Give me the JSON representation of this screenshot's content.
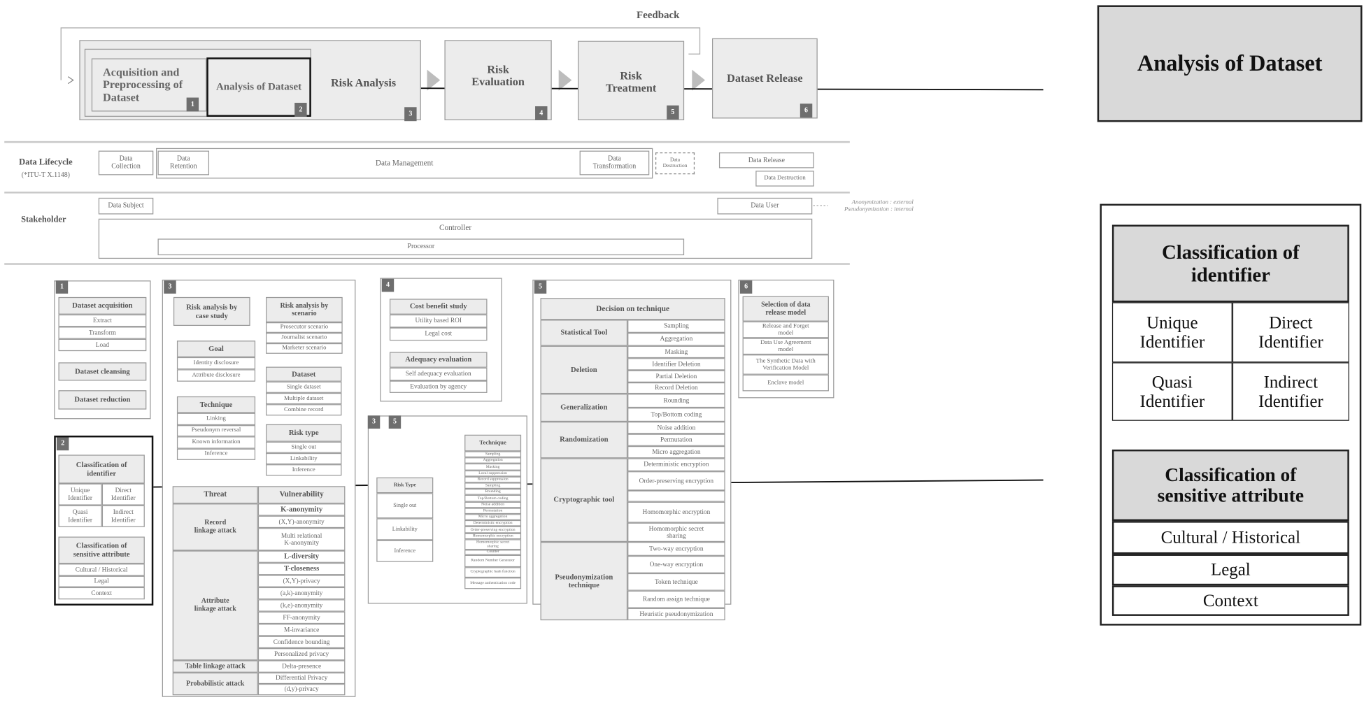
{
  "process": {
    "feedback": "Feedback",
    "steps": [
      {
        "label": "Acquisition and\nPreprocessing of\nDataset",
        "num": "1"
      },
      {
        "label": "Analysis of Dataset",
        "num": "2"
      },
      {
        "label": "Risk Analysis",
        "num": "3"
      },
      {
        "label": "Risk\nEvaluation",
        "num": "4"
      },
      {
        "label": "Risk\nTreatment",
        "num": "5"
      },
      {
        "label": "Dataset Release",
        "num": "6"
      }
    ]
  },
  "lifecycle": {
    "title": "Data Lifecycle",
    "subtitle": "(*ITU-T X.1148)",
    "items": [
      "Data\nCollection",
      "Data\nRetention",
      "Data Management",
      "Data\nTransformation",
      "Data\nDestruction",
      "Data Release",
      "Data Destruction"
    ]
  },
  "stakeholder": {
    "title": "Stakeholder",
    "items": [
      "Data Subject",
      "Data User",
      "Controller",
      "Processor"
    ],
    "note": "Anonymization : external\nPseudonymization : internal"
  },
  "box1": {
    "num": "1",
    "acq_header": "Dataset acquisition",
    "acq_items": [
      "Extract",
      "Transform",
      "Load"
    ],
    "cleansing": "Dataset cleansing",
    "reduction": "Dataset reduction"
  },
  "box2": {
    "num": "2",
    "id_header": "Classification of\nidentifier",
    "id_items": [
      "Unique\nIdentifier",
      "Direct\nIdentifier",
      "Quasi\nIdentifier",
      "Indirect\nIdentifier"
    ],
    "sens_header": "Classification of\nsensitive attribute",
    "sens_items": [
      "Cultural / Historical",
      "Legal",
      "Context"
    ]
  },
  "box3": {
    "num": "3",
    "case_study": "Risk analysis by\ncase study",
    "scenario_header": "Risk analysis by\nscenario",
    "scenario_items": [
      "Prosecutor scenario",
      "Journalist scenario",
      "Marketer scenario"
    ],
    "goal_header": "Goal",
    "goal_items": [
      "Identity disclosure",
      "Attribute disclosure"
    ],
    "technique_header": "Technique",
    "technique_items": [
      "Linking",
      "Pseudonym reversal",
      "Known information",
      "Inference"
    ],
    "dataset_header": "Dataset",
    "dataset_items": [
      "Single dataset",
      "Multiple dataset",
      "Combine record"
    ],
    "risk_header": "Risk type",
    "risk_items": [
      "Single out",
      "Linkability",
      "Inference"
    ],
    "threat_header": "Threat",
    "vuln_header": "Vulnerability",
    "threats": [
      {
        "name": "Record\nlinkage attack",
        "items": [
          "K-anonymity",
          "(X,Y)-anonymity",
          "Multi relational\nK-anonymity"
        ]
      },
      {
        "name": "Attribute\nlinkage attack",
        "items": [
          "L-diversity",
          "T-closeness",
          "(X,Y)-privacy",
          "(a,k)-anonymity",
          "(k,e)-anonymity",
          "FF-anonymity",
          "M-invariance",
          "Confidence bounding",
          "Personalized privacy"
        ]
      },
      {
        "name": "Table linkage attack",
        "items": [
          "Delta-presence"
        ]
      },
      {
        "name": "Probabilistic attack",
        "items": [
          "Differential Privacy",
          "(d,y)-privacy"
        ]
      }
    ]
  },
  "box4": {
    "num": "4",
    "cost_header": "Cost benefit study",
    "cost_items": [
      "Utility based ROI",
      "Legal cost"
    ],
    "adequacy_header": "Adequacy evaluation",
    "adequacy_items": [
      "Self adequacy evaluation",
      "Evaluation by agency"
    ]
  },
  "box35": {
    "num_a": "3",
    "num_b": "5",
    "risk_header": "Risk Type",
    "risk_items": [
      "Single out",
      "Linkability",
      "Inference"
    ],
    "technique_header": "Technique",
    "technique_items": [
      "Sampling",
      "Aggregation",
      "Masking",
      "Local suppression",
      "Record suppression",
      "Sampling",
      "Rounding",
      "Top/Bottom coding",
      "Noise addition",
      "Permutation",
      "Micro aggregation",
      "Deterministic encryption",
      "Order-preserving encryption",
      "Homomorphic encryption",
      "Homomorphic secret\nsharing",
      "Counter",
      "Random Number Generator",
      "Cryptographic hash function",
      "Message authentication code"
    ]
  },
  "box5": {
    "num": "5",
    "header": "Decision on technique",
    "groups": [
      {
        "name": "Statistical Tool",
        "items": [
          "Sampling",
          "Aggregation"
        ]
      },
      {
        "name": "Deletion",
        "items": [
          "Masking",
          "Identifier Deletion",
          "Partial Deletion",
          "Record Deletion"
        ]
      },
      {
        "name": "Generalization",
        "items": [
          "Rounding",
          "Top/Bottom coding"
        ]
      },
      {
        "name": "Randomization",
        "items": [
          "Noise addition",
          "Permutation",
          "Micro aggregation"
        ]
      },
      {
        "name": "Cryptographic tool",
        "items": [
          "Deterministic encryption",
          "Order-preserving encryption",
          "",
          "Homomorphic encryption",
          "Homomorphic secret\nsharing"
        ]
      },
      {
        "name": "Pseudonymization\ntechnique",
        "items": [
          "Two-way encryption",
          "One-way encryption",
          "Token technique",
          "Random assign technique",
          "Heuristic pseudonymization"
        ]
      }
    ]
  },
  "box6": {
    "num": "6",
    "header": "Selection of data\nrelease model",
    "items": [
      "Release and Forget\nmodel",
      "Data Use Agreement\nmodel",
      "The Synthetic Data with\nVerification Model",
      "Enclave model"
    ]
  },
  "zoom_title": {
    "title": "Analysis of Dataset"
  },
  "zoom_detail": {
    "id_header": "Classification of\nidentifier",
    "id_items": [
      "Unique\nIdentifier",
      "Direct\nIdentifier",
      "Quasi\nIdentifier",
      "Indirect\nIdentifier"
    ],
    "sens_header": "Classification of\nsensitive attribute",
    "sens_items": [
      "Cultural / Historical",
      "Legal",
      "Context"
    ]
  }
}
